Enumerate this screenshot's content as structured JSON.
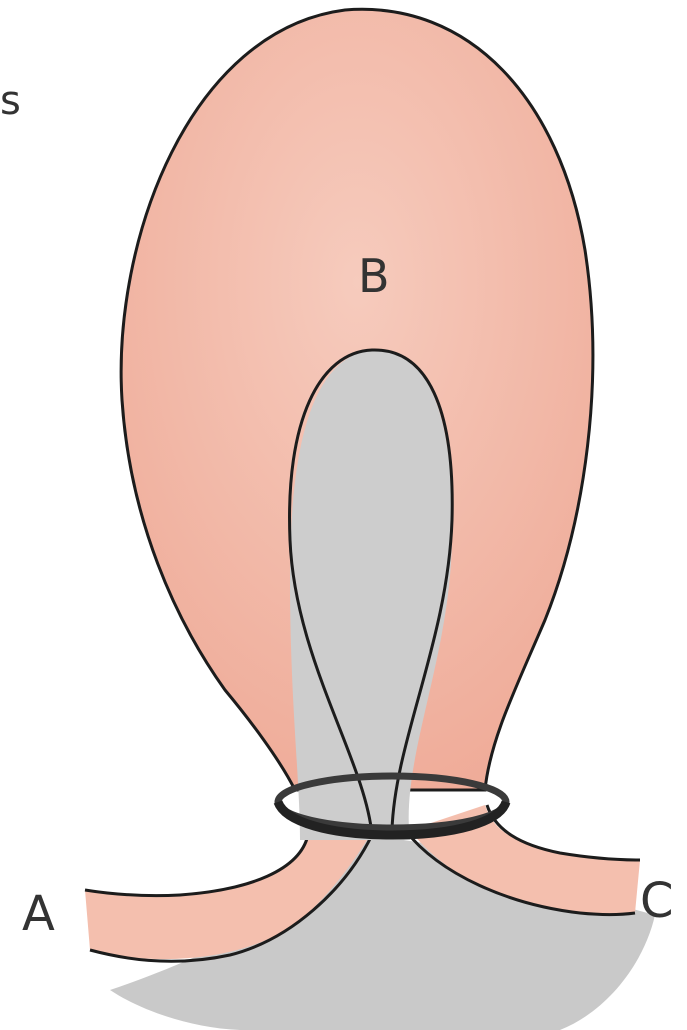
{
  "labels": {
    "corner": "s",
    "pouch": "B",
    "left_end": "A",
    "right_end": "C"
  },
  "colors": {
    "tissue_pink": "#f2b4a4",
    "tissue_pink_light": "#f6cbbd",
    "shadow_gray": "#c9c9c9",
    "outline": "#1c1c1c",
    "ring": "#3a3a3a"
  }
}
